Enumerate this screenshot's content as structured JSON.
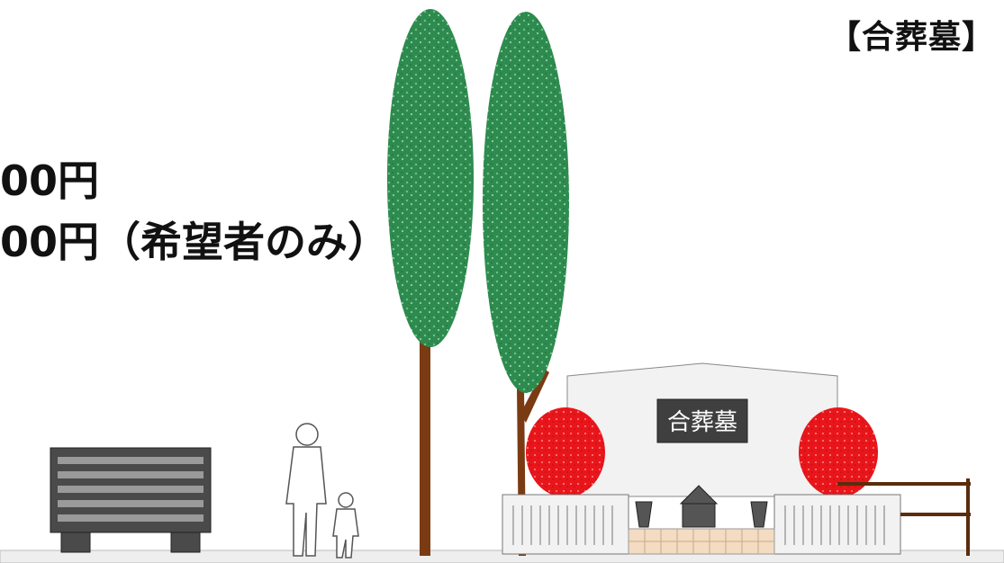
{
  "header": {
    "title": "【合葬墓】"
  },
  "prices": [
    {
      "text": "00円"
    },
    {
      "text": "00円（希望者のみ）"
    }
  ],
  "monument": {
    "plaque_text": "合葬墓"
  },
  "icons": [
    "tree-icon",
    "person-icon",
    "child-icon",
    "shrub-icon",
    "bench-icon",
    "urn-icon",
    "fence-icon"
  ],
  "colors": {
    "tree_foliage": "#2e8b4f",
    "tree_trunk": "#7a3b12",
    "shrub": "#e8161b",
    "plaque": "#3f3f3f",
    "bench": "#4a4a4a",
    "tiles": "#f3dcc1"
  }
}
